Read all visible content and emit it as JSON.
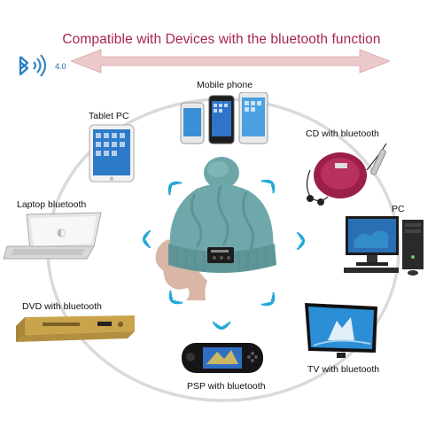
{
  "header": {
    "title": "Compatible with Devices with the bluetooth function",
    "bluetooth_version": "4.0"
  },
  "devices": {
    "mobile_phone": "Mobile phone",
    "tablet": "Tablet PC",
    "cd": "CD with bluetooth",
    "laptop": "Laptop  bluetooth",
    "pc": "PC",
    "dvd": "DVD with bluetooth",
    "psp": "PSP with bluetooth",
    "tv": "TV with bluetooth"
  },
  "colors": {
    "title": "#a8254a",
    "arrow": "#e9c7c9",
    "wireless": "#26a8d8",
    "circle": "#d8d8d8",
    "beanie": "#6fa8a8"
  },
  "icons": [
    "bluetooth-icon",
    "wireless-signal-icon"
  ]
}
